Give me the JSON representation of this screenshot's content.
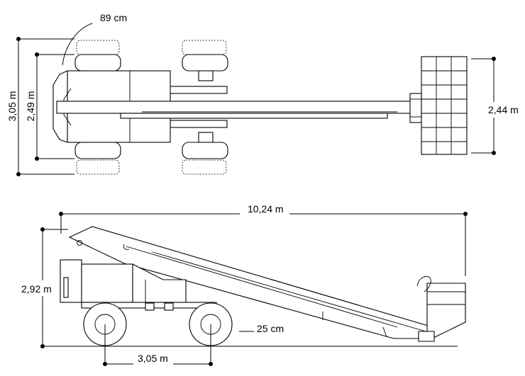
{
  "top_view": {
    "tire_offset_label": "89 cm",
    "overall_width_label": "3,05 m",
    "track_width_label": "2,49 m",
    "basket_width_label": "2,44 m"
  },
  "side_view": {
    "overall_length_label": "10,24 m",
    "stowed_height_label": "2,92 m",
    "ground_clearance_label": "25 cm",
    "wheelbase_label": "3,05 m"
  }
}
